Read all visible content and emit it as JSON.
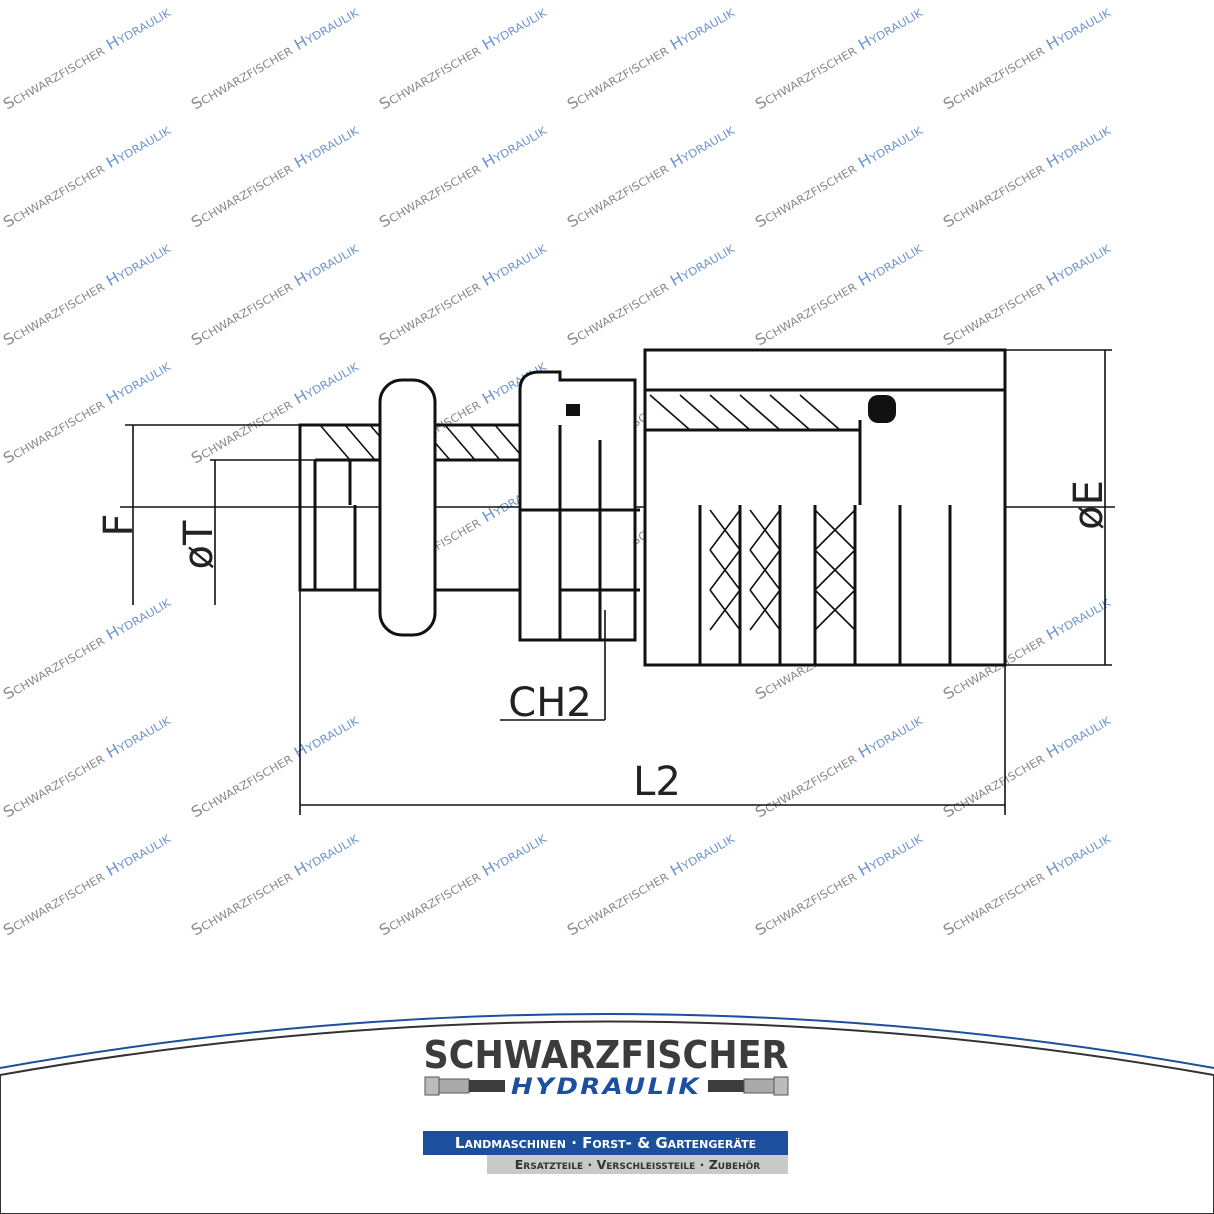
{
  "watermark": {
    "word1": "Schwarzfischer",
    "word2": "Hydraulik",
    "colors": {
      "word1": "#8a8a8a",
      "word2": "#6f95cf"
    }
  },
  "drawing": {
    "labels": {
      "F": "F",
      "T": "øT",
      "E": "øE",
      "CH2": "CH2",
      "L2": "L2"
    }
  },
  "logo": {
    "name": "SCHWARZFISCHER",
    "sub": "HYDRAULIK",
    "tagline1": "Landmaschinen · Forst- & Gartengeräte",
    "tagline2": "Ersatzteile · Verschleißteile · Zubehör",
    "colors": {
      "brand_blue": "#1c4f9c",
      "brand_gray": "#3c3c3c"
    }
  }
}
